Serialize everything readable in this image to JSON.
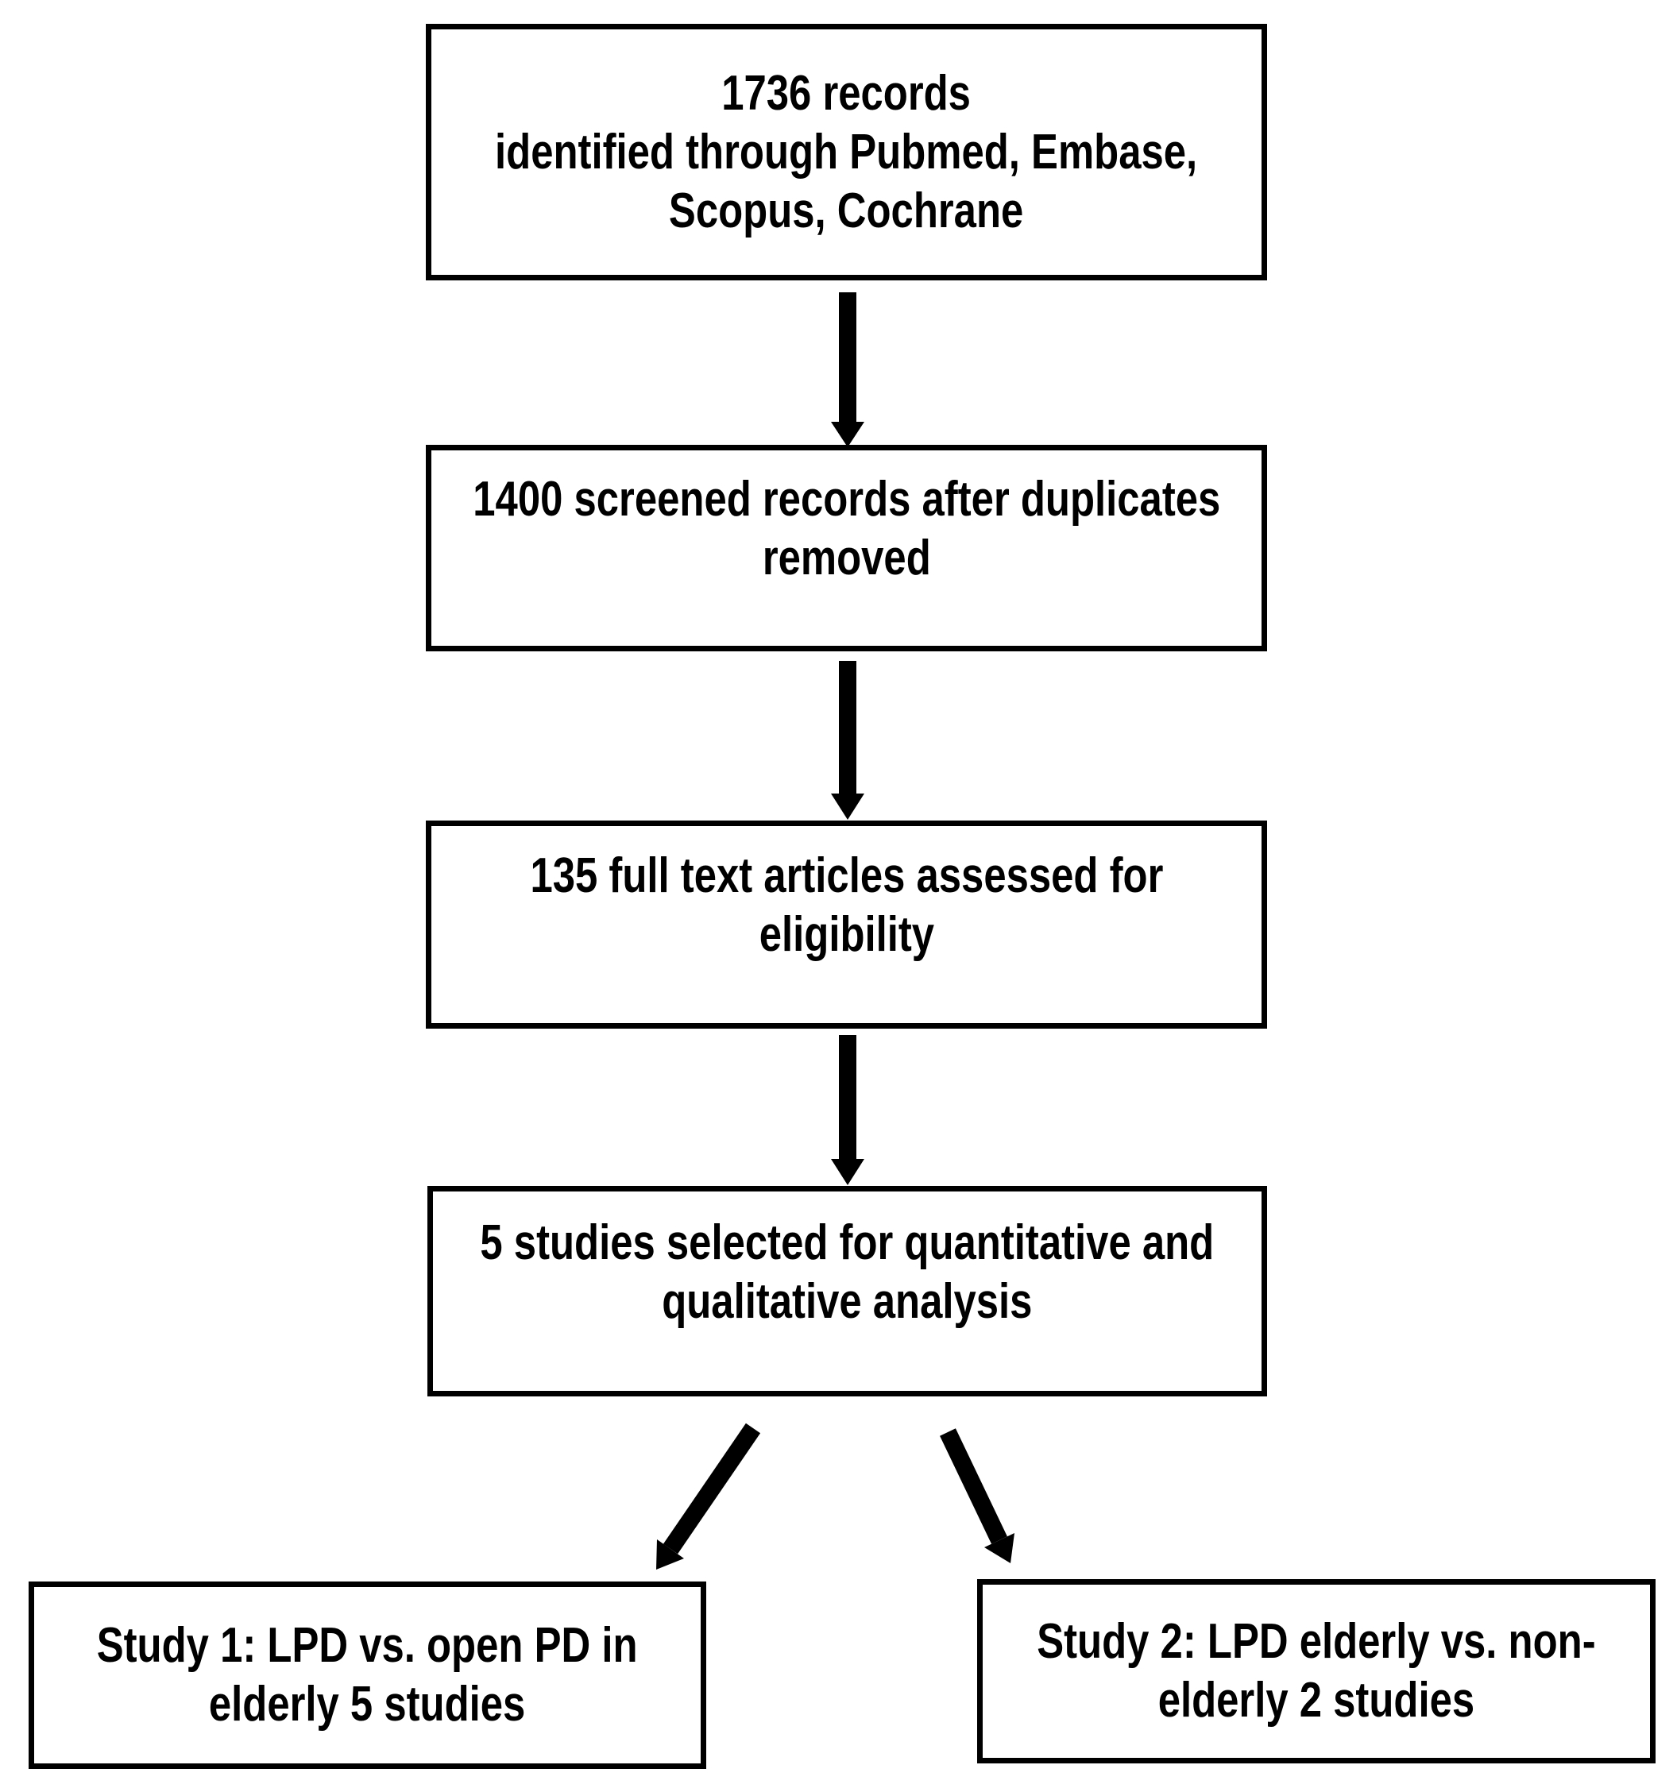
{
  "diagram": {
    "type": "flowchart",
    "description": "PRISMA-style study selection flow diagram",
    "colors": {
      "background": "#ffffff",
      "box_border": "#000000",
      "text": "#000000",
      "arrow": "#000000"
    },
    "boxes": [
      {
        "id": "identification",
        "lines": [
          "1736 records",
          "identified through Pubmed, Embase,",
          "Scopus, Cochrane"
        ]
      },
      {
        "id": "screening",
        "lines": [
          "1400 screened records after duplicates",
          "removed"
        ]
      },
      {
        "id": "eligibility",
        "lines": [
          "135 full text articles assessed for",
          "eligibility"
        ]
      },
      {
        "id": "included",
        "lines": [
          "5 studies selected for quantitative and",
          "qualitative analysis"
        ]
      },
      {
        "id": "study1",
        "lines": [
          "Study 1:  LPD vs. open PD in",
          "elderly 5 studies"
        ]
      },
      {
        "id": "study2",
        "lines": [
          "Study 2:  LPD elderly vs. non-",
          "elderly 2 studies"
        ]
      }
    ],
    "arrows": [
      {
        "from": "identification",
        "to": "screening",
        "direction": "down"
      },
      {
        "from": "screening",
        "to": "eligibility",
        "direction": "down"
      },
      {
        "from": "eligibility",
        "to": "included",
        "direction": "down"
      },
      {
        "from": "included",
        "to": "study1",
        "direction": "down-left"
      },
      {
        "from": "included",
        "to": "study2",
        "direction": "down-right"
      }
    ]
  }
}
